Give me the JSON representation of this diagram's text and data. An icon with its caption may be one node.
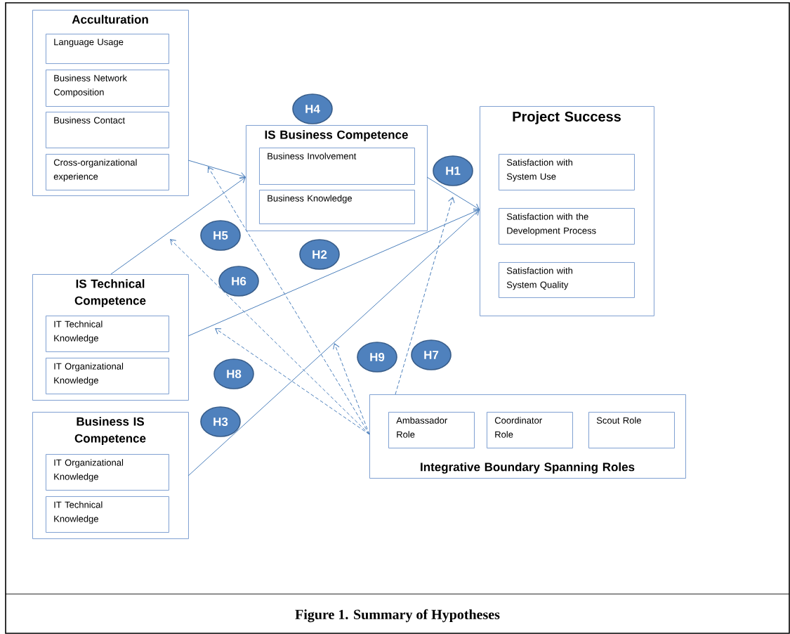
{
  "diagram": {
    "caption": "Figure 1.  Summary of Hypotheses",
    "nodes": [
      {
        "text": [
          "Acculturation"
        ]
      },
      {
        "text": [
          "Language Usage"
        ],
        "in": 0
      },
      {
        "text": [
          "Business Network Composition"
        ],
        "in": 0
      },
      {
        "text": [
          "Business Contact"
        ],
        "in": 0
      },
      {
        "text": [
          "Cross-organizational experience"
        ],
        "in": 0
      },
      {
        "text": [
          "IS Business Competence"
        ]
      },
      {
        "text": [
          "Business Involvement"
        ],
        "in": 5
      },
      {
        "text": [
          "Business Knowledge"
        ],
        "in": 5
      },
      {
        "text": [
          "Project Success"
        ]
      },
      {
        "text": [
          "Satisfaction with System Use"
        ],
        "in": 8
      },
      {
        "text": [
          "Satisfaction with the Development Process"
        ],
        "in": 8
      },
      {
        "text": [
          "Satisfaction with System Quality"
        ],
        "in": 8
      },
      {
        "text": [
          "IS Technical Competence"
        ]
      },
      {
        "text": [
          "IT Technical Knowledge"
        ],
        "in": 12
      },
      {
        "text": [
          "IT Organizational Knowledge"
        ],
        "in": 12
      },
      {
        "text": [
          "Business IS Competence"
        ]
      },
      {
        "text": [
          "IT Organizational Knowledge"
        ],
        "in": 15
      },
      {
        "text": [
          "IT Technical Knowledge"
        ],
        "in": 15
      },
      {
        "text": [
          "Integrative Boundary Spanning Roles"
        ]
      },
      {
        "text": [
          "Ambassador Role"
        ],
        "in": 18
      },
      {
        "text": [
          "Coordinator Role"
        ],
        "in": 18
      },
      {
        "text": [
          "Scout Role"
        ],
        "in": 18
      },
      {
        "text": [
          "H4"
        ]
      },
      {
        "text": [
          "H1"
        ]
      },
      {
        "text": [
          "H5"
        ]
      },
      {
        "text": [
          "H2"
        ]
      },
      {
        "text": [
          "H6"
        ]
      },
      {
        "text": [
          "H9"
        ]
      },
      {
        "text": [
          "H7"
        ]
      },
      {
        "text": [
          "H8"
        ]
      },
      {
        "text": [
          "H3"
        ]
      }
    ],
    "edges": [
      {
        "from": 0,
        "to": 5,
        "arrow": "to"
      },
      {
        "from": 12,
        "to": 5,
        "arrow": "to"
      },
      {
        "from": 5,
        "to": 8,
        "arrow": "to"
      },
      {
        "from": 12,
        "to": 8,
        "arrow": "to"
      },
      {
        "from": 15,
        "to": 8,
        "arrow": "to"
      },
      {
        "from": 18,
        "to": null,
        "arrow": "to",
        "style": "dashed"
      },
      {
        "from": 18,
        "to": null,
        "arrow": "to",
        "style": "dashed"
      },
      {
        "from": 18,
        "to": null,
        "arrow": "to",
        "style": "dashed"
      },
      {
        "from": 18,
        "to": null,
        "arrow": "to",
        "style": "dashed"
      },
      {
        "from": 18,
        "to": null,
        "arrow": "to",
        "style": "dashed"
      }
    ]
  }
}
